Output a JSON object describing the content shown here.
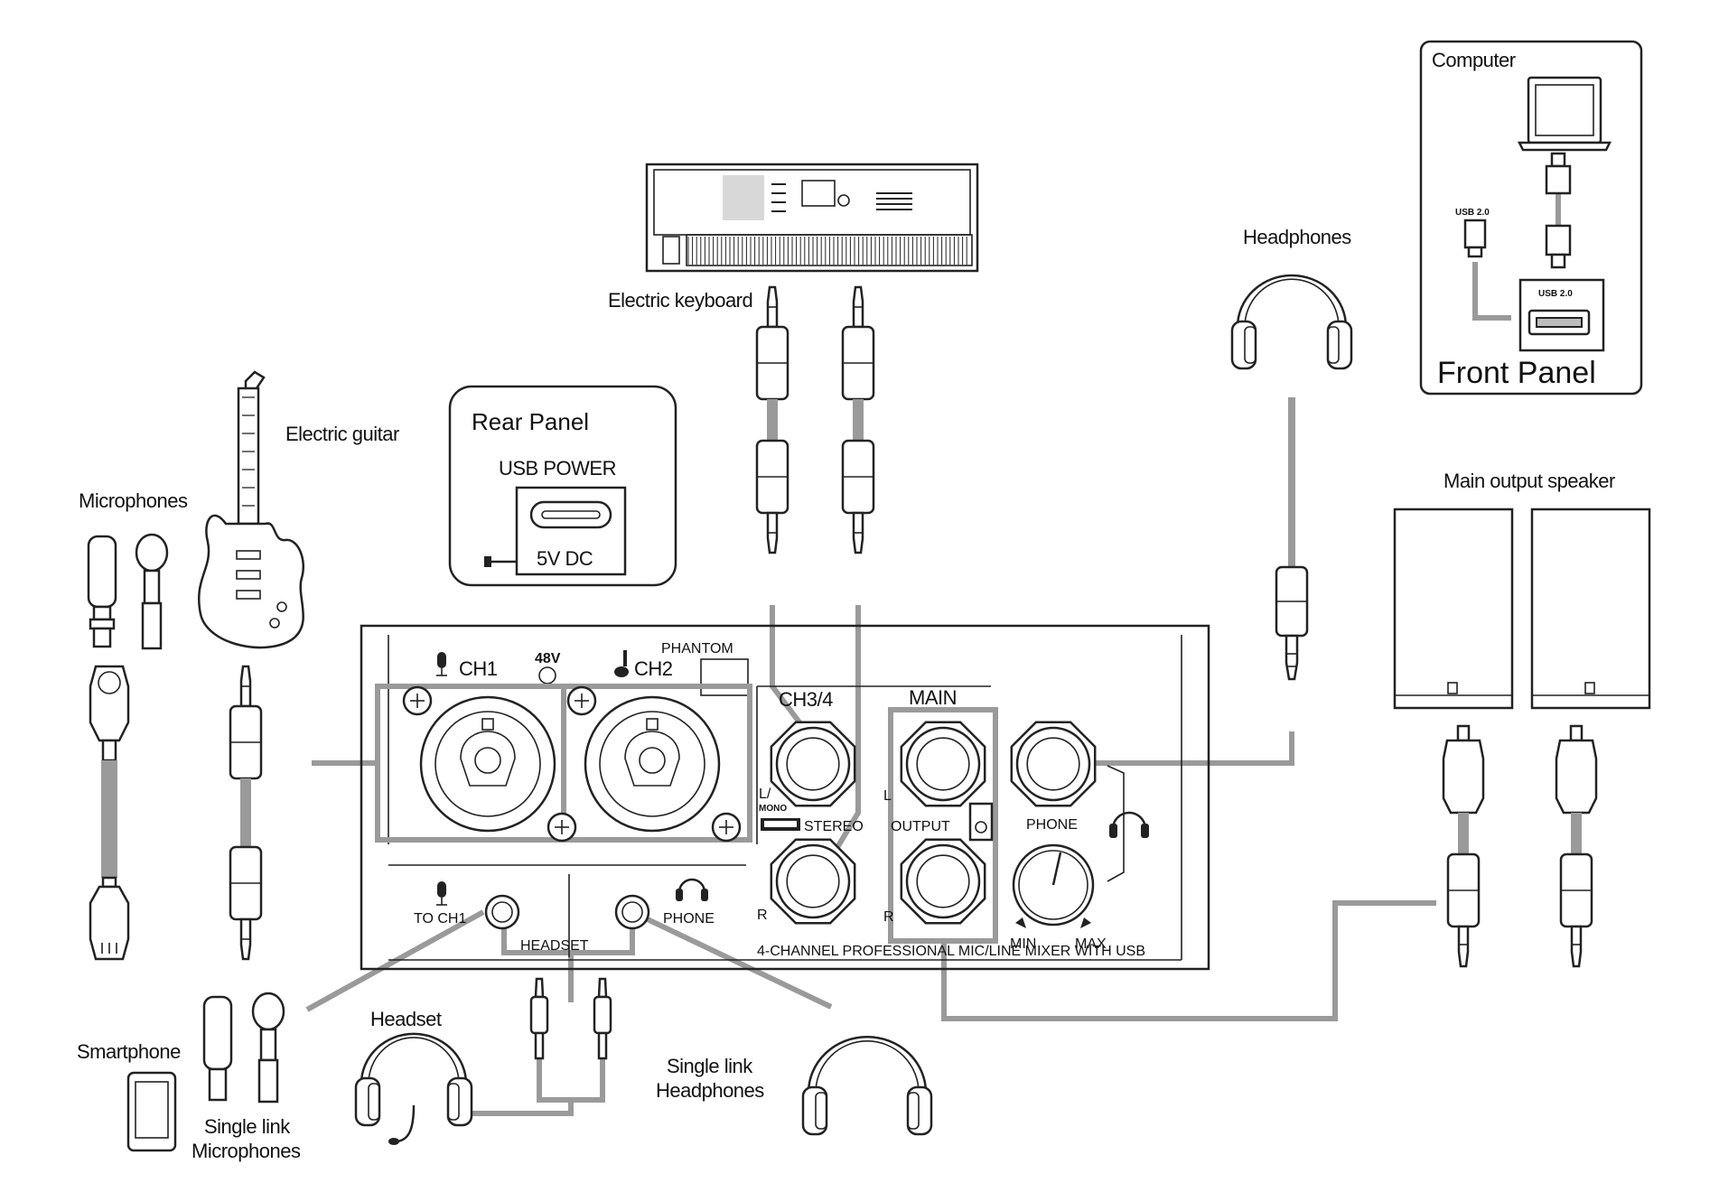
{
  "labels": {
    "computer": "Computer",
    "usb20_small": "USB 2.0",
    "usb20_port": "USB 2.0",
    "front_panel": "Front Panel",
    "headphones_top": "Headphones",
    "electric_keyboard": "Electric keyboard",
    "rear_panel": "Rear Panel",
    "usb_power": "USB POWER",
    "five_v_dc": "5V DC",
    "electric_guitar": "Electric guitar",
    "microphones": "Microphones",
    "main_output_speaker": "Main output speaker",
    "smartphone": "Smartphone",
    "single_link_microphones_1": "Single link",
    "single_link_microphones_2": "Microphones",
    "headset": "Headset",
    "single_link_headphones_1": "Single link",
    "single_link_headphones_2": "Headphones"
  },
  "mixer": {
    "ch1": "CH1",
    "v48": "48V",
    "ch2": "CH2",
    "phantom": "PHANTOM",
    "ch34": "CH3/4",
    "main": "MAIN",
    "l_mono_1": "L/",
    "l_mono_2": "MONO",
    "stereo": "STEREO",
    "r_left": "R",
    "l_main": "L",
    "output": "OUTPUT",
    "r_main": "R",
    "phone": "PHONE",
    "min": "MIN",
    "max": "MAX",
    "to_ch1": "TO CH1",
    "phone_small": "PHONE",
    "headset_label": "HEADSET",
    "model": "4-CHANNEL PROFESSIONAL MIC/LINE MIXER WITH USB"
  }
}
